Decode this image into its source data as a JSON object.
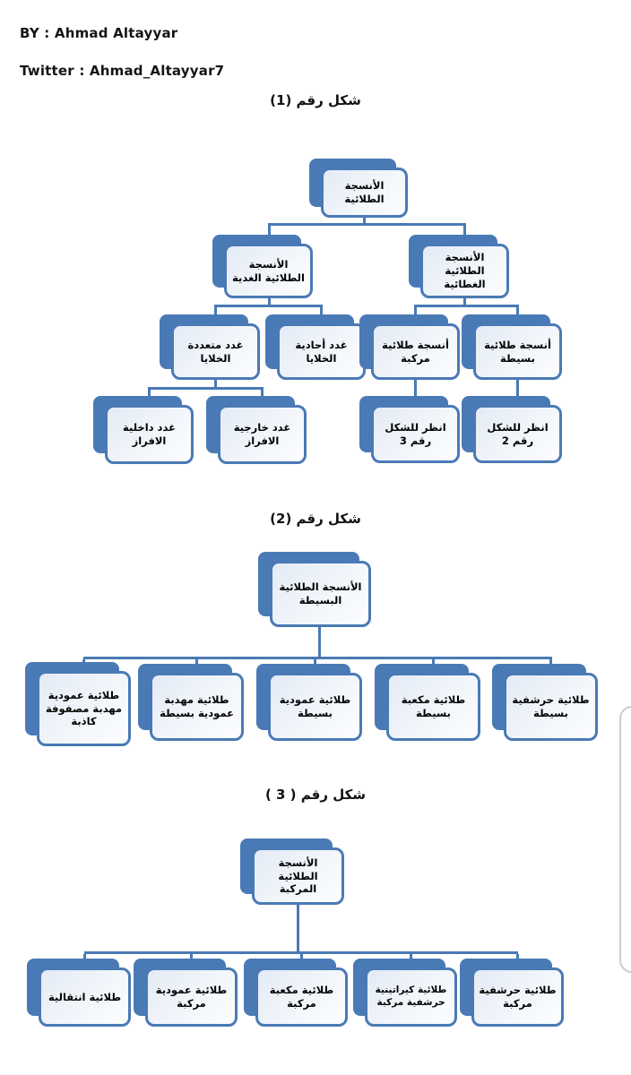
{
  "header": {
    "byline": "BY : Ahmad Altayyar",
    "twitter": "Twitter : Ahmad_Altayyar7"
  },
  "colors": {
    "accent_blue": "#4a7ab5",
    "box_fill_light": "#e9eff7",
    "text": "#000000",
    "scrollbar_gray": "#c9cdd2"
  },
  "figure1": {
    "title": "شكل رقم (1)",
    "nodes": {
      "root": "الأنسجة الطلائية",
      "glandular": "الأنسجة الطلائية الغدية",
      "covering": "الأنسجة الطلائية الغطائية",
      "multicellular_glands": "غدد متعددة الخلايا",
      "unicellular_glands": "غدد أحادية الخلايا",
      "compound_epithelium": "أنسجة طلائية مركبة",
      "simple_epithelium": "أنسجة طلائية بسيطة",
      "endocrine_glands": "غدد داخلية الافراز",
      "exocrine_glands": "غدد خارجية الافراز",
      "see_figure_3": "انظر للشكل رقم 3",
      "see_figure_2": "انظر للشكل رقم 2"
    }
  },
  "figure2": {
    "title": "شكل رقم (2)",
    "root": "الأنسجة الطلائية البسيطة",
    "children": [
      "طلائية عمودية مهدبة مصفوفة كاذبة",
      "طلائية مهدبة عمودية بسيطة",
      "طلائية عمودية بسيطة",
      "طلائية مكعبة بسيطة",
      "طلائية حرشفية بسيطة"
    ]
  },
  "figure3": {
    "title": "شكل رقم ( 3 )",
    "root": "الأنسجة الطلائية المركبة",
    "children": [
      "طلائية انتقالية",
      "طلائية عمودية مركبة",
      "طلائية مكعبة مركبة",
      "طلائية كيراتينية حرشفية مركبة",
      "طلائية حرشفية مركبة"
    ]
  }
}
